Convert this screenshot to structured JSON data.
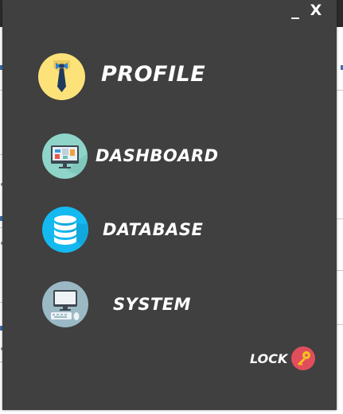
{
  "window_controls": {
    "minimize_label": "_",
    "close_label": "X"
  },
  "menu": {
    "items": [
      {
        "label": "PROFILE",
        "icon": "tie-icon",
        "icon_bg": "#fde27a"
      },
      {
        "label": "DASHBOARD",
        "icon": "monitor-chart-icon",
        "icon_bg": "#8ed4c9"
      },
      {
        "label": "DATABASE",
        "icon": "database-icon",
        "icon_bg": "#14b9f0"
      },
      {
        "label": "SYSTEM",
        "icon": "desktop-computer-icon",
        "icon_bg": "#9ab9c5"
      }
    ]
  },
  "lock": {
    "label": "LOCK",
    "icon": "key-icon",
    "icon_bg": "#e04e5c"
  },
  "colors": {
    "panel_bg": "#3f403f",
    "text": "#ffffff"
  }
}
